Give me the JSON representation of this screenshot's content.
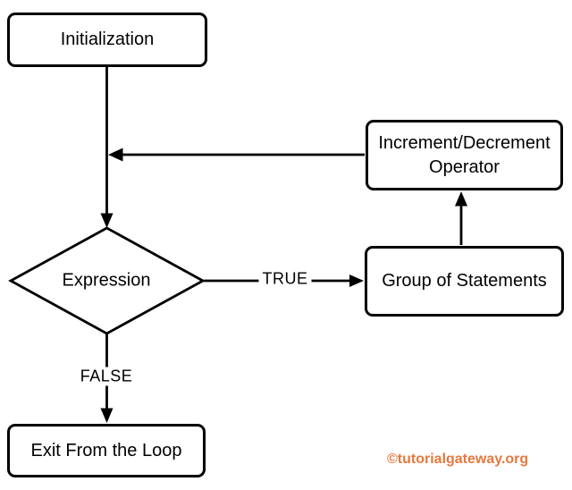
{
  "flowchart": {
    "nodes": {
      "initialization": {
        "label": "Initialization"
      },
      "increment_decrement": {
        "line1": "Increment/Decrement",
        "line2": "Operator"
      },
      "expression": {
        "label": "Expression"
      },
      "group_of_statements": {
        "label": "Group of Statements"
      },
      "exit_loop": {
        "label": "Exit From the Loop"
      }
    },
    "edges": {
      "true_label": "TRUE",
      "false_label": "FALSE"
    },
    "watermark": {
      "text": "©tutorialgateway.org",
      "color": "#e5793e"
    },
    "style": {
      "stroke_color": "#000000",
      "node_fill": "#ffffff",
      "background": "#ffffff"
    }
  }
}
